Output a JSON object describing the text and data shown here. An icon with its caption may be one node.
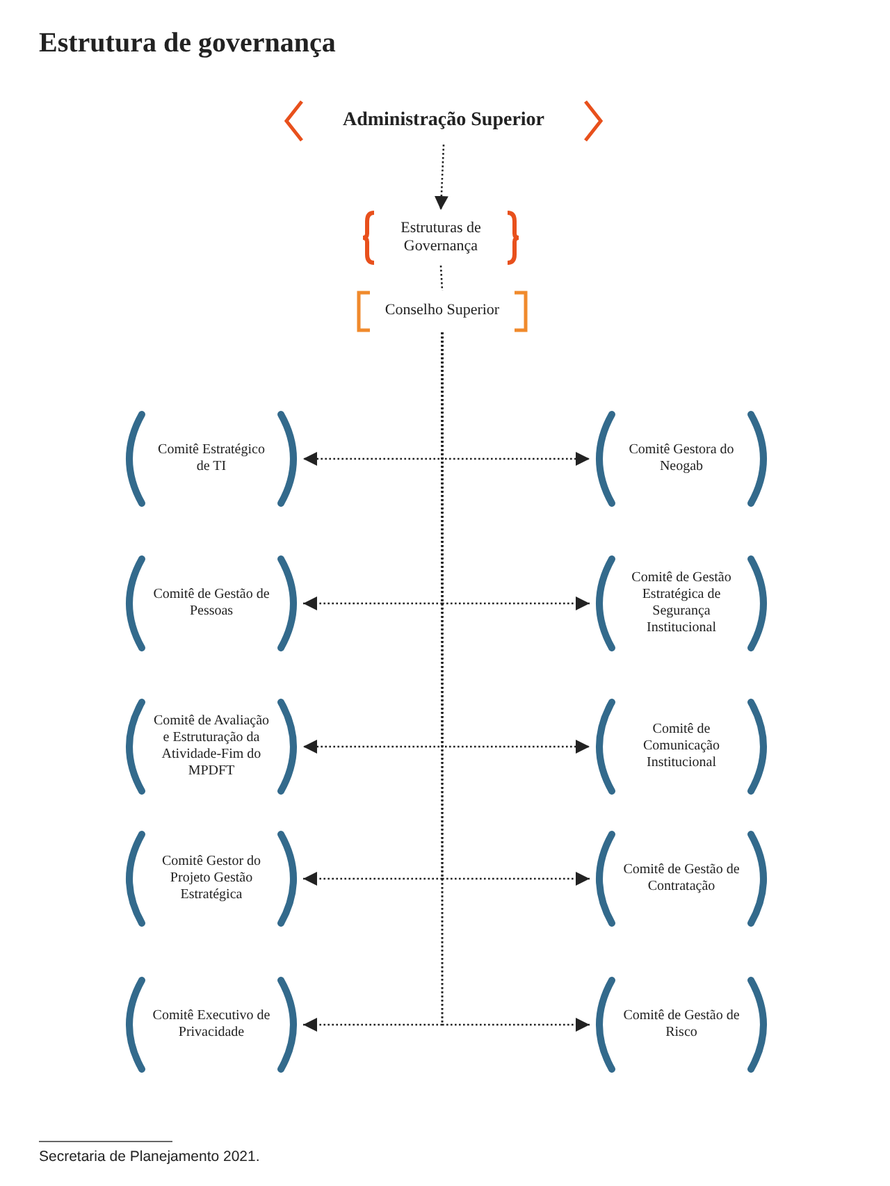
{
  "diagram": {
    "title": "Estrutura de governança",
    "nodes": [
      {
        "text": [
          "Administração Superior"
        ]
      },
      {
        "text": [
          "Estruturas de Governança"
        ]
      },
      {
        "text": [
          "Conselho Superior"
        ]
      },
      {
        "text": [
          "Comitê Estratégico de TI"
        ]
      },
      {
        "text": [
          "Comitê Gestora do Neogab"
        ]
      },
      {
        "text": [
          "Comitê de Gestão de Pessoas"
        ]
      },
      {
        "text": [
          "Comitê de Gestão Estratégica de Segurança Institucional"
        ]
      },
      {
        "text": [
          "Comitê de Avaliação e Estruturação da Atividade-Fim do MPDFT"
        ]
      },
      {
        "text": [
          "Comitê de Comunicação Institucional"
        ]
      },
      {
        "text": [
          "Comitê Gestor do Projeto Gestão Estratégica"
        ]
      },
      {
        "text": [
          "Comitê de Gestão de Contratação"
        ]
      },
      {
        "text": [
          "Comitê Executivo de Privacidade"
        ]
      },
      {
        "text": [
          "Comitê de Gestão de Risco"
        ]
      }
    ],
    "edges": [
      {
        "from": 0,
        "to": 1,
        "arrow": "to",
        "style": "dashed"
      },
      {
        "from": 1,
        "to": 2,
        "arrow": "none",
        "style": "dashed"
      },
      {
        "from": 2,
        "to": 3,
        "arrow": "to",
        "style": "dashed"
      },
      {
        "from": 2,
        "to": 4,
        "arrow": "to",
        "style": "dashed"
      },
      {
        "from": 2,
        "to": 5,
        "arrow": "to",
        "style": "dashed"
      },
      {
        "from": 2,
        "to": 6,
        "arrow": "to",
        "style": "dashed"
      },
      {
        "from": 2,
        "to": 7,
        "arrow": "to",
        "style": "dashed"
      },
      {
        "from": 2,
        "to": 8,
        "arrow": "to",
        "style": "dashed"
      },
      {
        "from": 2,
        "to": 9,
        "arrow": "to",
        "style": "dashed"
      },
      {
        "from": 2,
        "to": 10,
        "arrow": "to",
        "style": "dashed"
      },
      {
        "from": 2,
        "to": 11,
        "arrow": "to",
        "style": "dashed"
      },
      {
        "from": 2,
        "to": 12,
        "arrow": "to",
        "style": "dashed"
      }
    ],
    "labels": [
      "Secretaria de Planejamento 2021."
    ]
  }
}
